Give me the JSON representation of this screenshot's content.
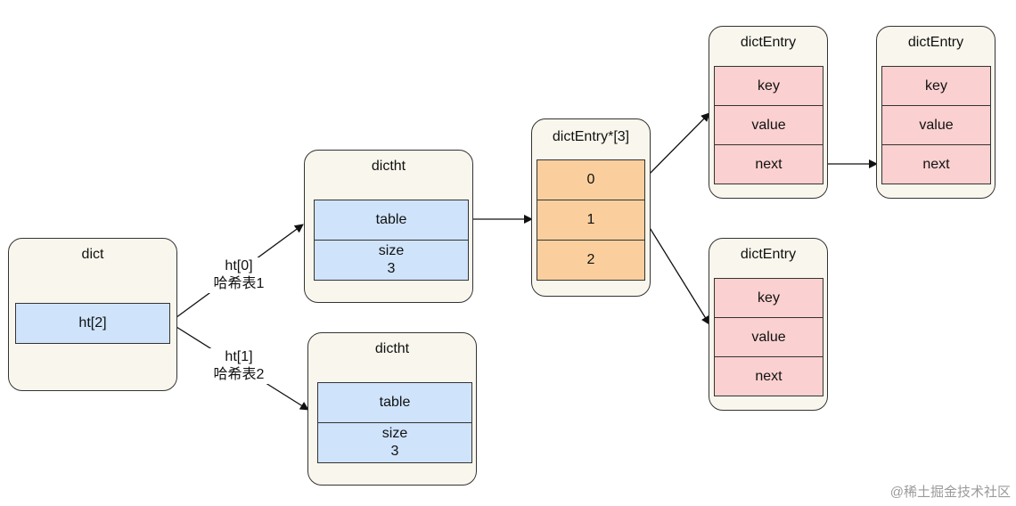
{
  "dict": {
    "title": "dict",
    "field": "ht[2]"
  },
  "edge_labels": {
    "ht0": {
      "line1": "ht[0]",
      "line2": "哈希表1"
    },
    "ht1": {
      "line1": "ht[1]",
      "line2": "哈希表2"
    }
  },
  "dictht_0": {
    "title": "dictht",
    "table": "table",
    "size_label": "size",
    "size_value": "3"
  },
  "dictht_1": {
    "title": "dictht",
    "table": "table",
    "size_label": "size",
    "size_value": "3"
  },
  "bucket_array": {
    "title": "dictEntry*[3]",
    "slots": [
      "0",
      "1",
      "2"
    ]
  },
  "entry_top_left": {
    "title": "dictEntry",
    "fields": [
      "key",
      "value",
      "next"
    ]
  },
  "entry_top_right": {
    "title": "dictEntry",
    "fields": [
      "key",
      "value",
      "next"
    ]
  },
  "entry_bottom": {
    "title": "dictEntry",
    "fields": [
      "key",
      "value",
      "next"
    ]
  },
  "watermark": "@稀土掘金技术社区",
  "colors": {
    "node_bg": "#f9f7ed",
    "blue_cell": "#cfe3fb",
    "orange_cell": "#fbcf9d",
    "pink_cell": "#fbd0d0"
  }
}
